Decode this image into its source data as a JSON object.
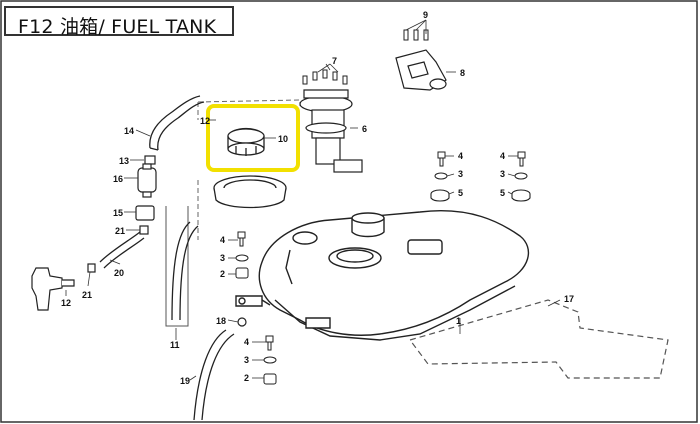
{
  "title": "F12 油箱/ FUEL TANK",
  "highlight_color": "#F2E000",
  "callouts": {
    "c1": "1",
    "c2a": "2",
    "c2b": "2",
    "c3a": "3",
    "c3b": "3",
    "c3c": "3",
    "c3d": "3",
    "c4a": "4",
    "c4b": "4",
    "c4c": "4",
    "c4d": "4",
    "c5a": "5",
    "c5b": "5",
    "c6": "6",
    "c7": "7",
    "c8": "8",
    "c9": "9",
    "c10": "10",
    "c11": "11",
    "c12": "12",
    "c12b": "12",
    "c13": "13",
    "c14": "14",
    "c15": "15",
    "c16": "16",
    "c17": "17",
    "c18": "18",
    "c19": "19",
    "c20": "20",
    "c21a": "21",
    "c21b": "21"
  }
}
